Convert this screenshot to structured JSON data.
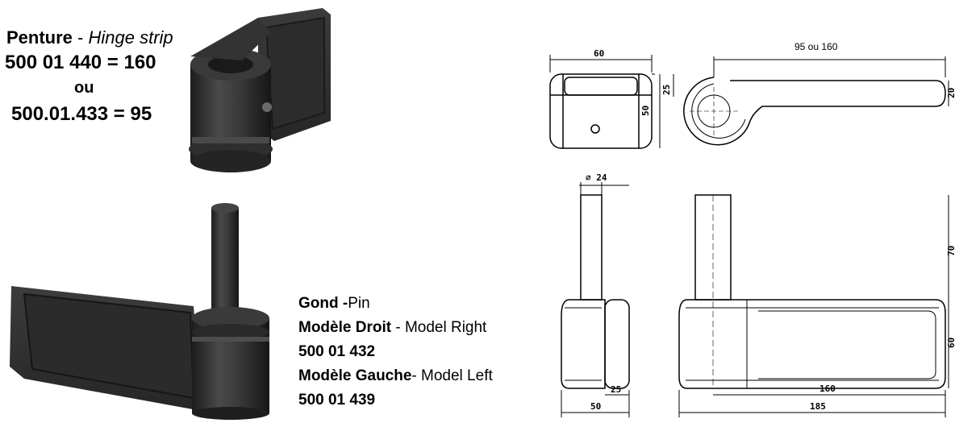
{
  "hinge_strip": {
    "title_fr": "Penture",
    "title_sep": " - ",
    "title_en": "Hinge strip",
    "code_1": "500 01 440 = 160",
    "or": "ou",
    "code_2": "500.01.433 = 95"
  },
  "pin": {
    "title_fr": "Gond",
    "title_en": "Pin",
    "right_fr": "Modèle Droit",
    "right_en": "Model Right",
    "right_code": "500 01 432",
    "left_fr": "Modèle Gauche",
    "left_en": "Model Left",
    "left_code": "500 01 439"
  },
  "dimensions": {
    "strip_length": "95 ou 160",
    "strip_width": "60",
    "strip_height": "50",
    "eye_height": "25",
    "strip_thickness": "20",
    "pin_diameter": "⌀ 24",
    "pin_length": "70",
    "body_height": "60",
    "side_inner": "25",
    "side_outer": "50",
    "plate_length": "160",
    "overall_length": "185"
  },
  "colors": {
    "part_dark": "#2a2a2a",
    "part_mid": "#3d3d3d",
    "part_light": "#555555",
    "drawing_line": "#000000"
  }
}
